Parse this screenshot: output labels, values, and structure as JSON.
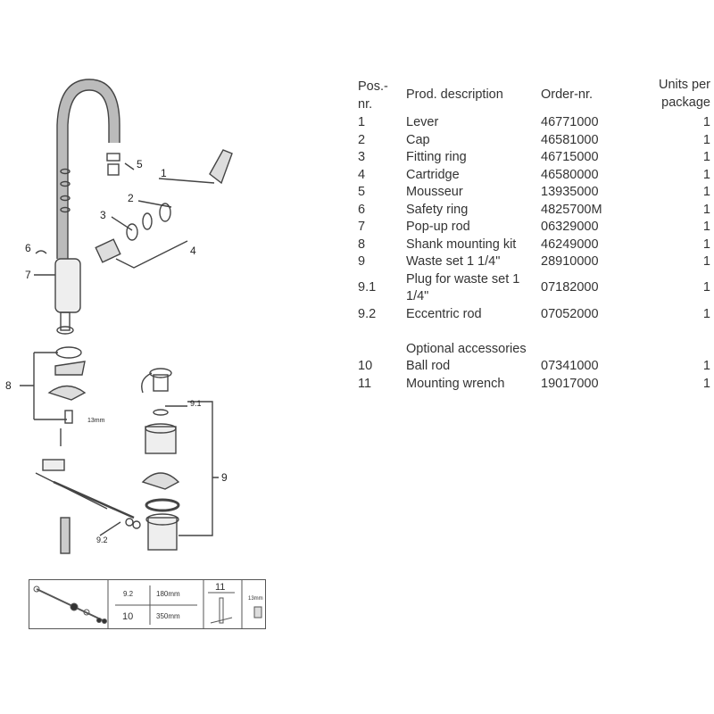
{
  "table": {
    "headers": {
      "pos": "Pos.-nr.",
      "description": "Prod. description",
      "order": "Order-nr.",
      "units": "Units per package"
    },
    "rows": [
      {
        "pos": "1",
        "description": "Lever",
        "order": "46771000",
        "units": "1"
      },
      {
        "pos": "2",
        "description": "Cap",
        "order": "46581000",
        "units": "1"
      },
      {
        "pos": "3",
        "description": "Fitting ring",
        "order": "46715000",
        "units": "1"
      },
      {
        "pos": "4",
        "description": "Cartridge",
        "order": "46580000",
        "units": "1"
      },
      {
        "pos": "5",
        "description": "Mousseur",
        "order": "13935000",
        "units": "1"
      },
      {
        "pos": "6",
        "description": "Safety ring",
        "order": "4825700M",
        "units": "1"
      },
      {
        "pos": "7",
        "description": "Pop-up rod",
        "order": "06329000",
        "units": "1"
      },
      {
        "pos": "8",
        "description": "Shank mounting kit",
        "order": "46249000",
        "units": "1"
      },
      {
        "pos": "9",
        "description": "Waste set 1 1/4\"",
        "order": "28910000",
        "units": "1"
      },
      {
        "pos": "9.1",
        "description": "Plug for waste set 1 1/4\"",
        "order": "07182000",
        "units": "1"
      },
      {
        "pos": "9.2",
        "description": "Eccentric rod",
        "order": "07052000",
        "units": "1"
      }
    ],
    "optional_heading": "Optional accessories",
    "optional_rows": [
      {
        "pos": "10",
        "description": "Ball rod",
        "order": "07341000",
        "units": "1"
      },
      {
        "pos": "11",
        "description": "Mounting wrench",
        "order": "19017000",
        "units": "1"
      }
    ]
  },
  "diagram": {
    "callouts": [
      "1",
      "2",
      "3",
      "4",
      "5",
      "6",
      "7",
      "8",
      "9",
      "9.1",
      "9.2"
    ],
    "wrench_size": "13mm"
  },
  "accessories_box": {
    "rod_a_pos": "9.2",
    "rod_a_length": "180mm",
    "rod_b_pos": "10",
    "rod_b_length": "350mm",
    "wrench_pos": "11",
    "nut_size": "13mm"
  }
}
